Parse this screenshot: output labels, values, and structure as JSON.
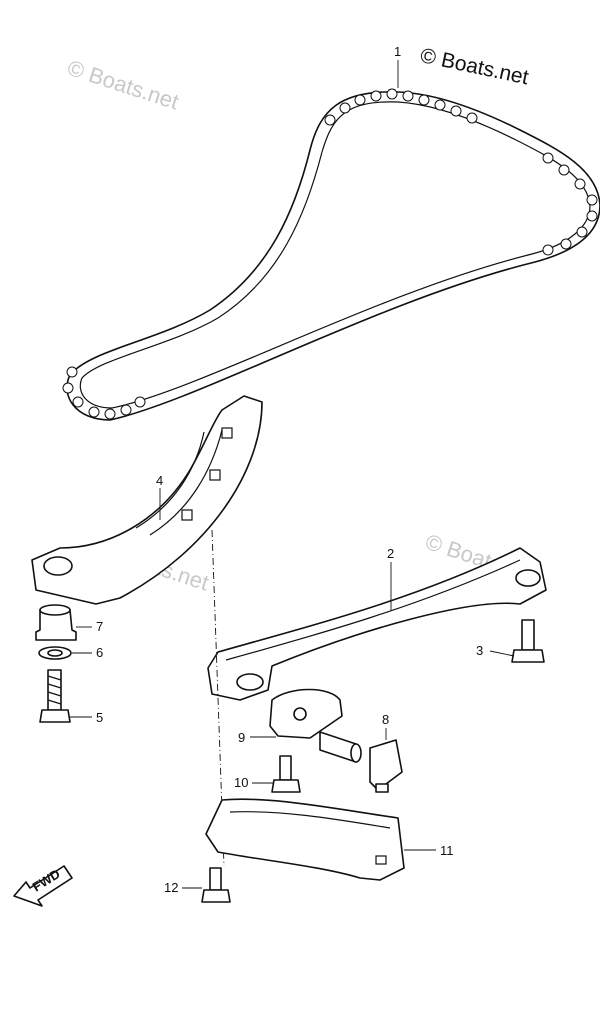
{
  "watermark": {
    "main": "© Boats.net",
    "faint": "© Boats.net"
  },
  "fwd_label": "FWD",
  "callouts": [
    "1",
    "2",
    "3",
    "4",
    "5",
    "6",
    "7",
    "8",
    "9",
    "10",
    "11",
    "12"
  ],
  "colors": {
    "line": "#111111",
    "background": "#ffffff",
    "watermark": "#c8c8c8"
  }
}
